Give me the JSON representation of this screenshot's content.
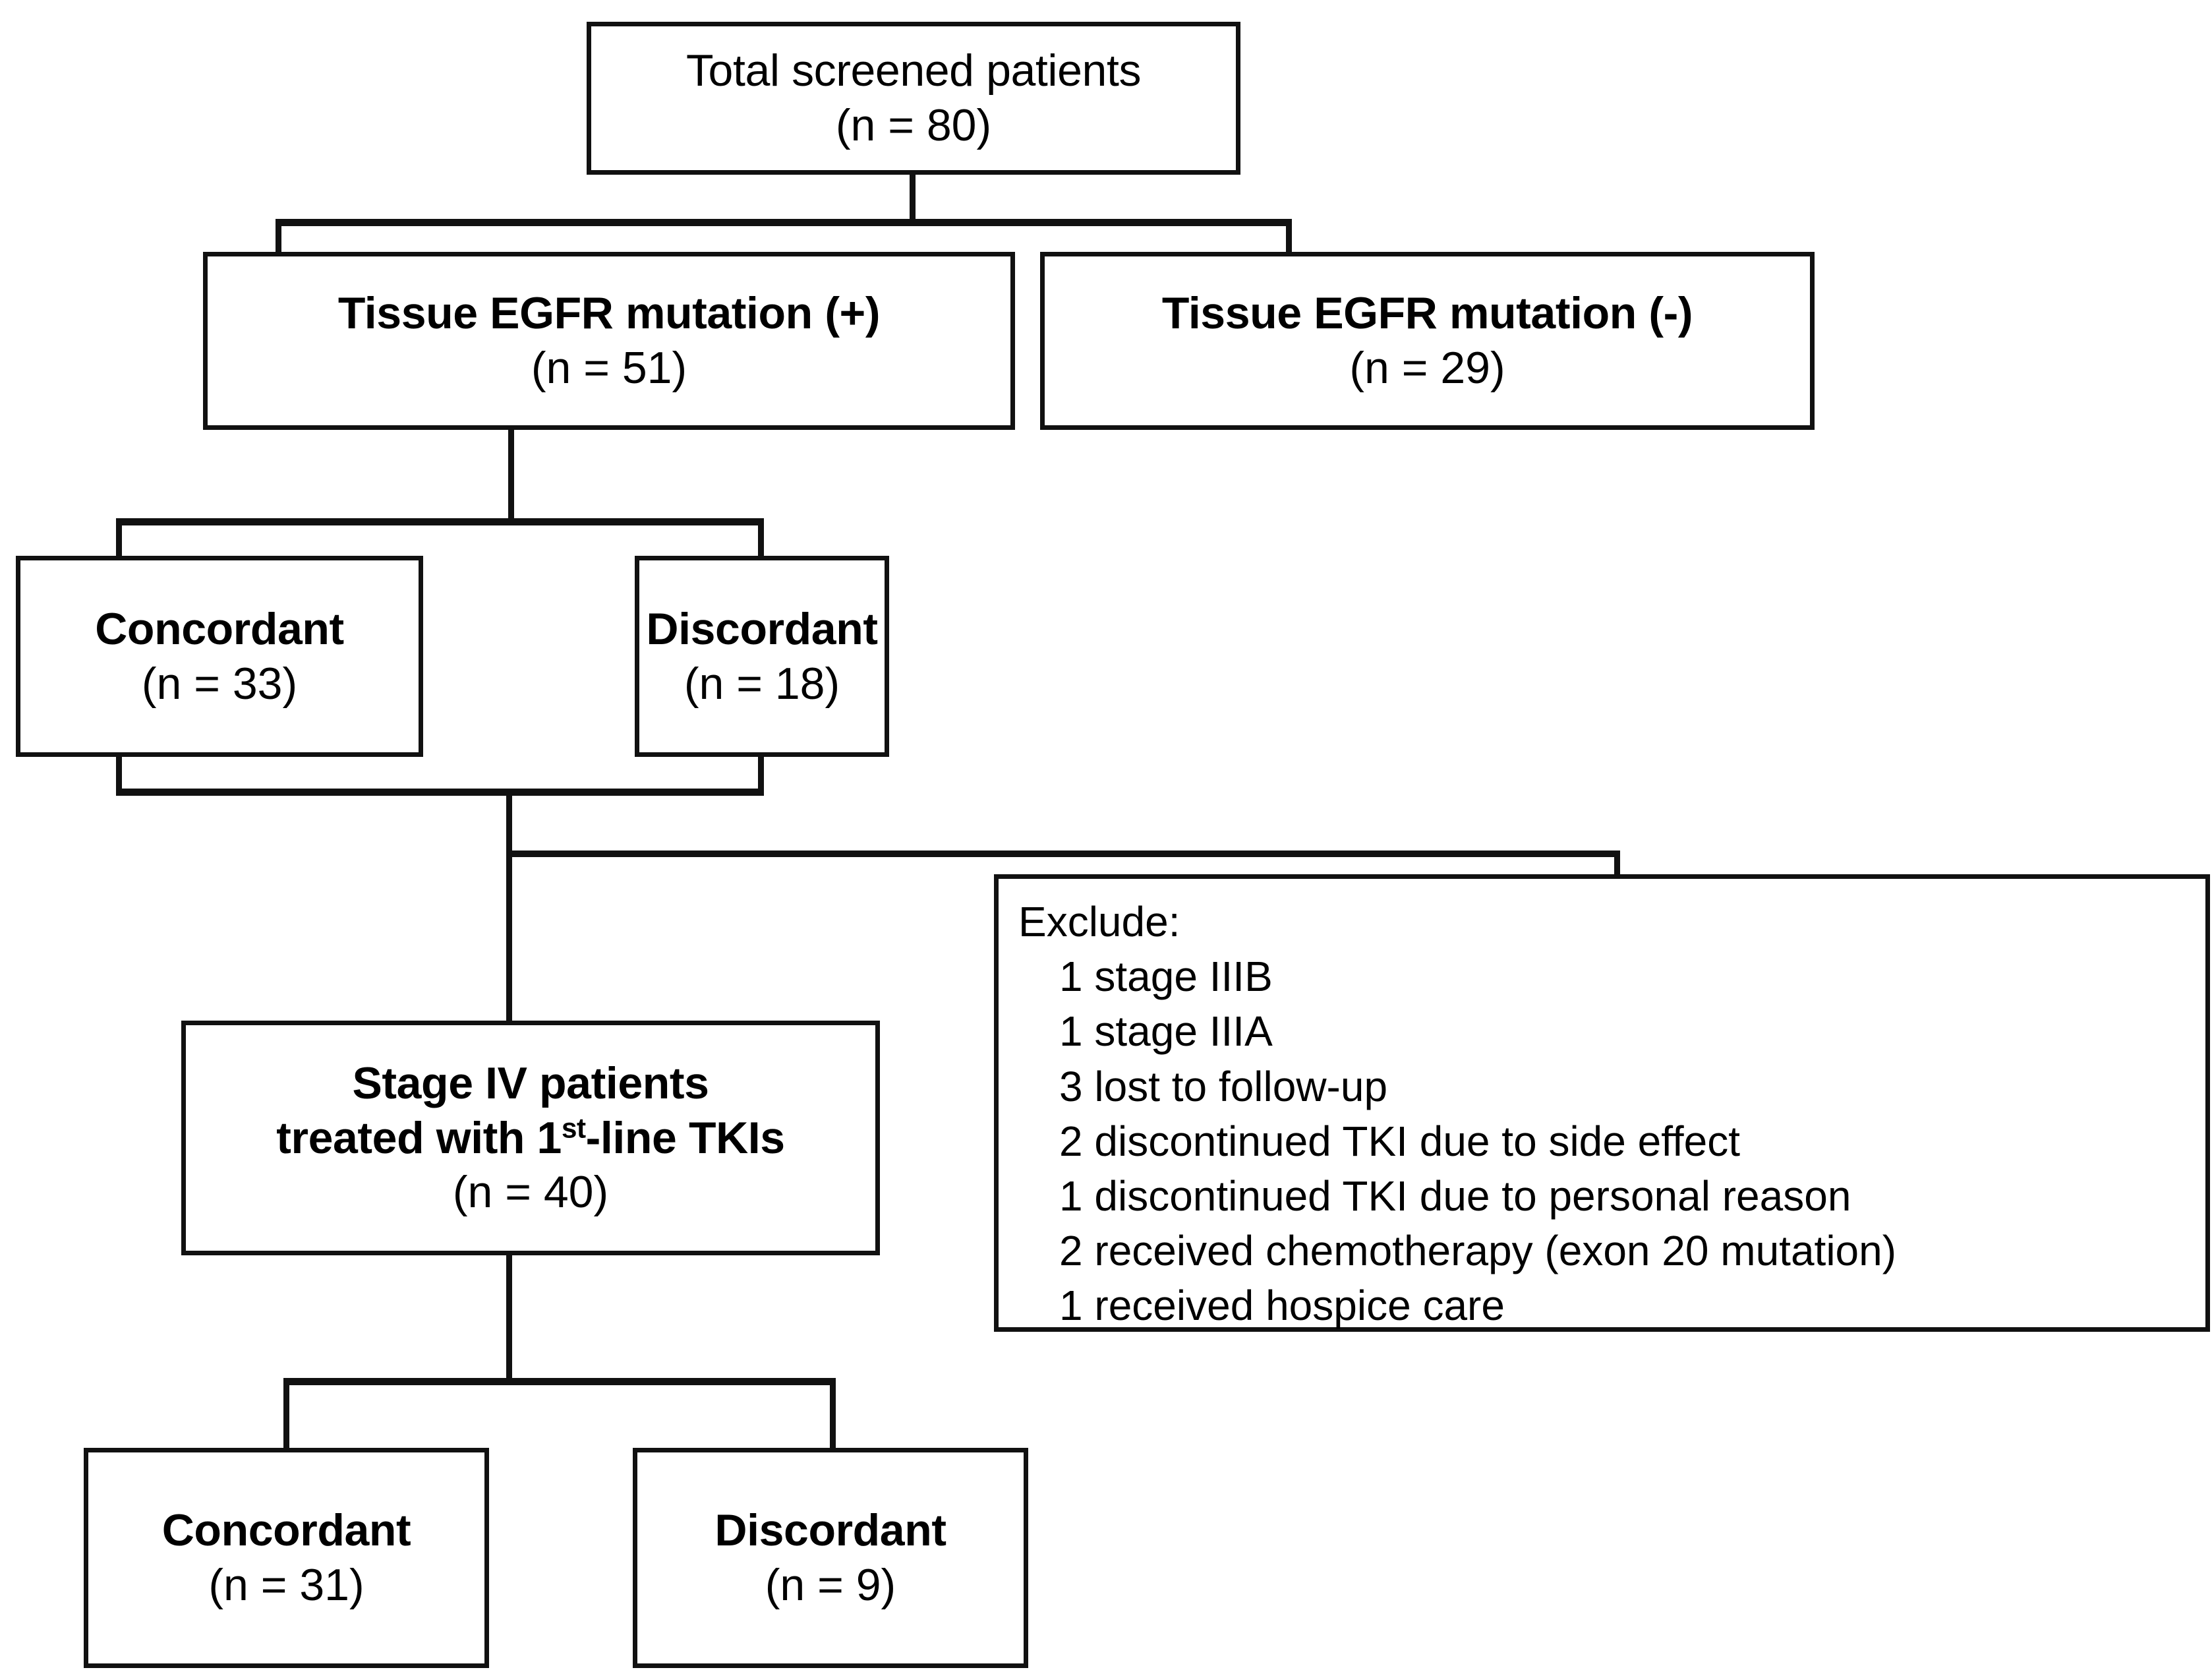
{
  "diagram": {
    "title": "Patient screening and EGFR mutation concordance flow diagram",
    "colors": {
      "line": "#111111",
      "background": "#ffffff",
      "text": "#000000"
    },
    "nodes": {
      "total_screened": {
        "label": "Total screened patients",
        "count": "(n = 80)"
      },
      "tissue_pos": {
        "label": "Tissue EGFR mutation (+)",
        "count": "(n = 51)"
      },
      "tissue_neg": {
        "label": "Tissue EGFR mutation (-)",
        "count": "(n = 29)"
      },
      "concordant_top": {
        "label": "Concordant",
        "count": "(n = 33)"
      },
      "discordant_top": {
        "label": "Discordant",
        "count": "(n = 18)"
      },
      "stage_iv": {
        "line1": "Stage IV patients",
        "line2_a": "treated with 1",
        "line2_sup": "st",
        "line2_b": "-line TKIs",
        "count": "(n = 40)"
      },
      "concordant_bottom": {
        "label": "Concordant",
        "count": "(n = 31)"
      },
      "discordant_bottom": {
        "label": "Discordant",
        "count": "(n = 9)"
      },
      "exclude": {
        "lead": "Exclude:",
        "items": [
          "1 stage IIIB",
          "1 stage IIIA",
          "3 lost to follow-up",
          "2 discontinued TKI due to side effect",
          "1 discontinued TKI due to personal reason",
          "2 received chemotherapy (exon 20 mutation)",
          "1 received hospice care"
        ]
      }
    }
  }
}
